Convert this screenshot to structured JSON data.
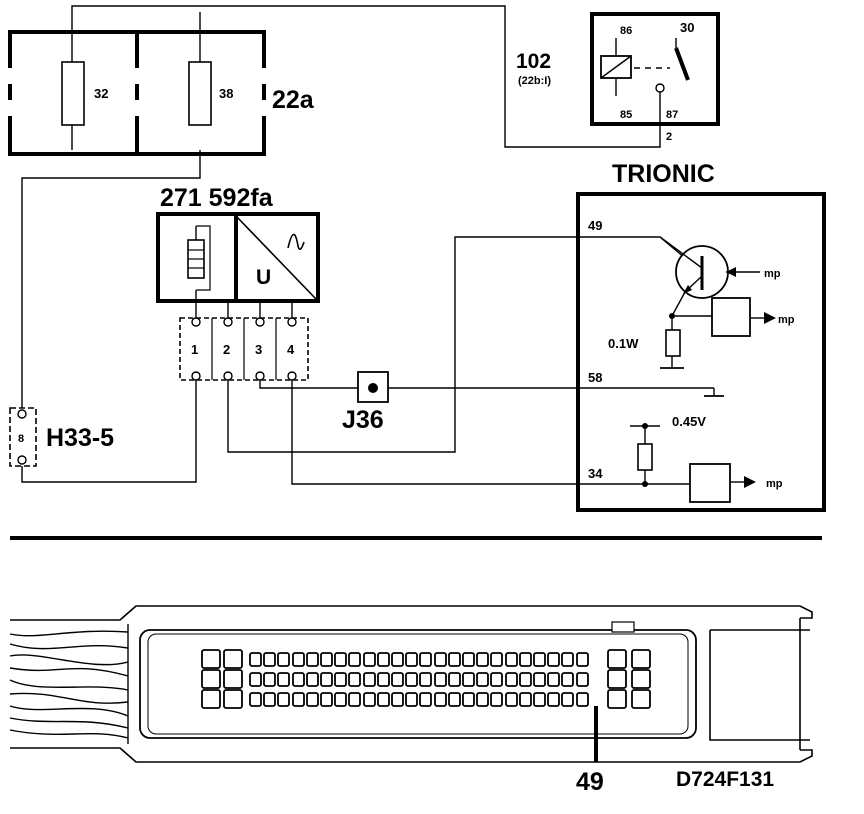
{
  "fusebox": {
    "id": "22a",
    "fuse_left": "32",
    "fuse_right": "38"
  },
  "relay": {
    "id": "102",
    "ref": "(22b:I)",
    "pin_86": "86",
    "pin_30": "30",
    "pin_85": "85",
    "pin_87": "87",
    "pin_2": "2"
  },
  "sensor": {
    "id": "271 592fa",
    "converter_label": "U",
    "pins": [
      "1",
      "2",
      "3",
      "4"
    ]
  },
  "connector_h": {
    "id": "H33-5",
    "pin": "8"
  },
  "junction": {
    "id": "J36"
  },
  "ecu": {
    "title": "TRIONIC",
    "pin_49": "49",
    "pin_58": "58",
    "pin_34": "34",
    "resistor_label": "0.1W",
    "voltage_label": "0.45V",
    "mp_labels": [
      "mp",
      "mp",
      "mp"
    ]
  },
  "footer": {
    "highlighted_pin": "49",
    "drawing_code": "D724F131"
  }
}
